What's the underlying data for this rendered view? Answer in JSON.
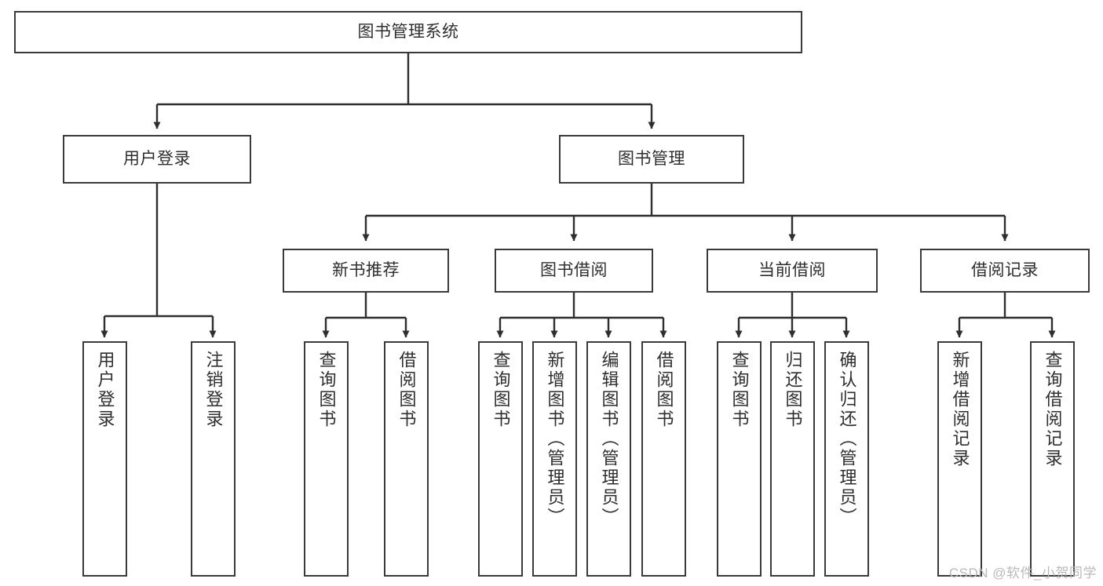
{
  "diagram": {
    "title": "图书管理系统",
    "type": "tree-hierarchy-chart",
    "colors": {
      "box_border": "#3a3a3a",
      "box_fill": "#ffffff",
      "text": "#2e2e2e",
      "connector": "#2e2e2e",
      "watermark": "#b9b9b9",
      "background": "#ffffff"
    },
    "watermark": "CSDN @软件_小贺同学",
    "levels": {
      "level1": [
        "图书管理系统"
      ],
      "level2": [
        "用户登录",
        "图书管理"
      ],
      "level3": [
        "新书推荐",
        "图书借阅",
        "当前借阅",
        "借阅记录"
      ],
      "level4": [
        "用户登录",
        "注销登录",
        "查询图书",
        "借阅图书",
        "查询图书",
        "新增图书（管理员）",
        "编辑图书（管理员）",
        "借阅图书",
        "查询图书",
        "归还图书",
        "确认归还（管理员）",
        "新增借阅记录",
        "查询借阅记录"
      ]
    },
    "nodes": {
      "root": {
        "label": "图书管理系统"
      },
      "user_login": {
        "label": "用户登录"
      },
      "book_manage": {
        "label": "图书管理"
      },
      "new_book_rec": {
        "label": "新书推荐"
      },
      "book_borrow": {
        "label": "图书借阅"
      },
      "current_borrow": {
        "label": "当前借阅"
      },
      "borrow_record": {
        "label": "借阅记录"
      },
      "leaf_user_login": {
        "label": "用户登录"
      },
      "leaf_logout": {
        "label": "注销登录"
      },
      "leaf_query_book_a": {
        "label": "查询图书"
      },
      "leaf_borrow_book_a": {
        "label": "借阅图书"
      },
      "leaf_query_book_b": {
        "label": "查询图书"
      },
      "leaf_add_book": {
        "label": "新增图书（管理员）"
      },
      "leaf_edit_book": {
        "label": "编辑图书（管理员）"
      },
      "leaf_borrow_book_b": {
        "label": "借阅图书"
      },
      "leaf_query_book_c": {
        "label": "查询图书"
      },
      "leaf_return_book": {
        "label": "归还图书"
      },
      "leaf_confirm_return": {
        "label": "确认归还（管理员）"
      },
      "leaf_add_record": {
        "label": "新增借阅记录"
      },
      "leaf_query_record": {
        "label": "查询借阅记录"
      }
    },
    "edges": [
      {
        "from": "图书管理系统",
        "to": "用户登录"
      },
      {
        "from": "图书管理系统",
        "to": "图书管理"
      },
      {
        "from": "用户登录",
        "to": "用户登录"
      },
      {
        "from": "用户登录",
        "to": "注销登录"
      },
      {
        "from": "图书管理",
        "to": "新书推荐"
      },
      {
        "from": "图书管理",
        "to": "图书借阅"
      },
      {
        "from": "图书管理",
        "to": "当前借阅"
      },
      {
        "from": "图书管理",
        "to": "借阅记录"
      },
      {
        "from": "新书推荐",
        "to": "查询图书"
      },
      {
        "from": "新书推荐",
        "to": "借阅图书"
      },
      {
        "from": "图书借阅",
        "to": "查询图书"
      },
      {
        "from": "图书借阅",
        "to": "新增图书（管理员）"
      },
      {
        "from": "图书借阅",
        "to": "编辑图书（管理员）"
      },
      {
        "from": "图书借阅",
        "to": "借阅图书"
      },
      {
        "from": "当前借阅",
        "to": "查询图书"
      },
      {
        "from": "当前借阅",
        "to": "归还图书"
      },
      {
        "from": "当前借阅",
        "to": "确认归还（管理员）"
      },
      {
        "from": "借阅记录",
        "to": "新增借阅记录"
      },
      {
        "from": "借阅记录",
        "to": "查询借阅记录"
      }
    ]
  }
}
